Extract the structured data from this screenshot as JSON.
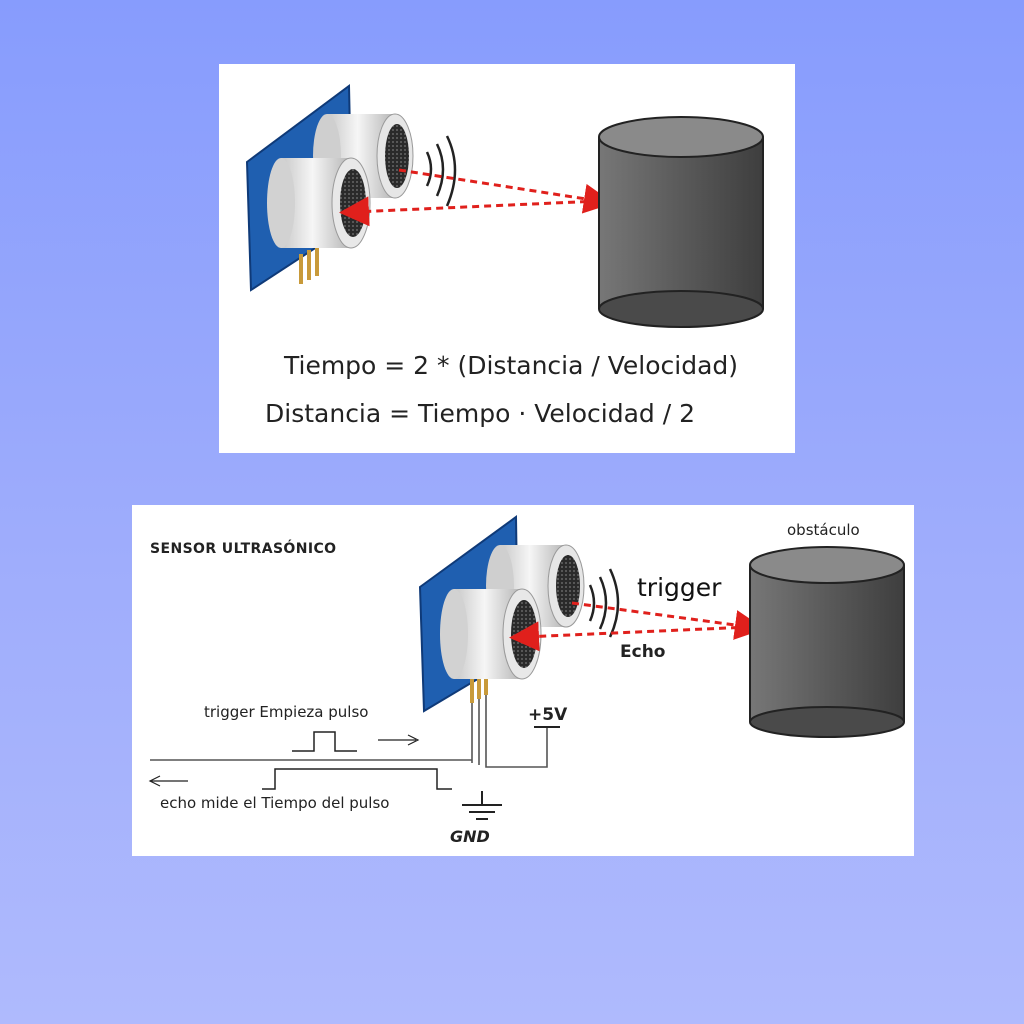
{
  "formulas": {
    "time": "Tiempo = 2 * (Distancia / Velocidad)",
    "distance": "Distancia = Tiempo · Velocidad / 2"
  },
  "labels": {
    "sensor_title": "SENSOR ULTRASÓNICO",
    "obstacle": "obstáculo",
    "trigger_beam": "trigger",
    "echo_beam": "Echo",
    "trigger_pulse": "trigger Empieza pulso",
    "echo_pulse": "echo mide el Tiempo del pulso",
    "supply": "+5V",
    "ground": "GND"
  },
  "colors": {
    "background_top": "#879cfd",
    "background_bottom": "#afbafd",
    "board_blue": "#1f5fb0",
    "beam_red": "#e0201c",
    "obstacle_gray": "#5e5e5e"
  }
}
